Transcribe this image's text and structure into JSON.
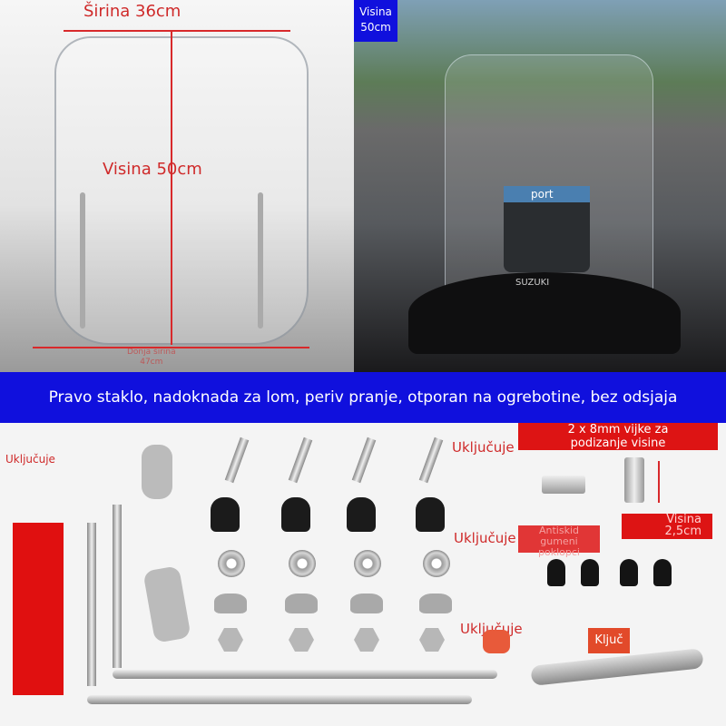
{
  "top_left": {
    "width_label": "Širina 36cm",
    "height_label": "Visina 50cm",
    "bottom_width_label": "Donja širina",
    "bottom_width_value": "47cm"
  },
  "top_right": {
    "height_badge_line1": "Visina",
    "height_badge_line2": "50cm",
    "console_brand": "port",
    "scooter_brand": "SUZUKI"
  },
  "banner": {
    "text": "Pravo staklo, nadoknada za lom, periv pranje, otporan na ogrebotine, bez odsjaja"
  },
  "parts": {
    "includes_1": "Uključuje",
    "includes_2": "Uključuje",
    "includes_3": "Uključuje",
    "includes_4": "Uključuje",
    "bolts_label_line1": "2 x 8mm vijke za",
    "bolts_label_line2": "podizanje visine",
    "height_label_line1": "Visina",
    "height_label_line2": "2,5cm",
    "caps_label_line1": "Antiskid",
    "caps_label_line2": "gumeni",
    "caps_label_line3": "poklopci",
    "wrench_label": "Ključ"
  },
  "colors": {
    "banner": "#1010dd",
    "label_red": "#dd1414",
    "text_red": "#cf2a2a"
  }
}
